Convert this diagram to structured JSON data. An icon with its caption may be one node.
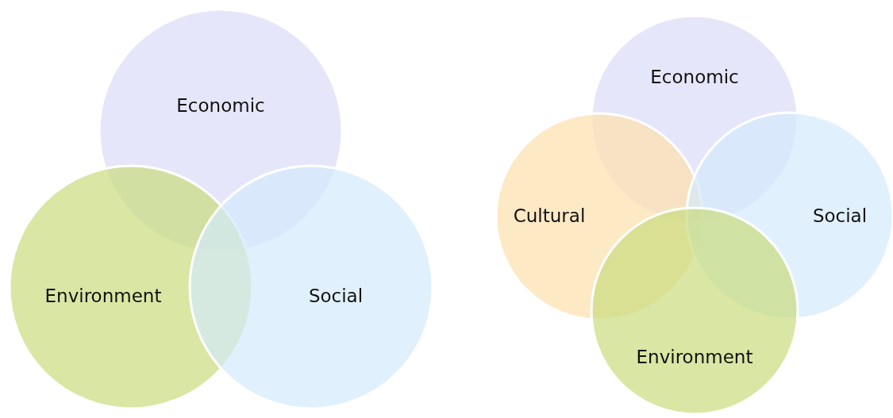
{
  "diagram": {
    "nodes": [
      {
        "text": [
          "Economic"
        ]
      },
      {
        "text": [
          "Environment"
        ]
      },
      {
        "text": [
          "Social"
        ]
      },
      {
        "text": [
          "Economic"
        ]
      },
      {
        "text": [
          "Cultural"
        ]
      },
      {
        "text": [
          "Social"
        ]
      },
      {
        "text": [
          "Environment"
        ]
      }
    ]
  }
}
